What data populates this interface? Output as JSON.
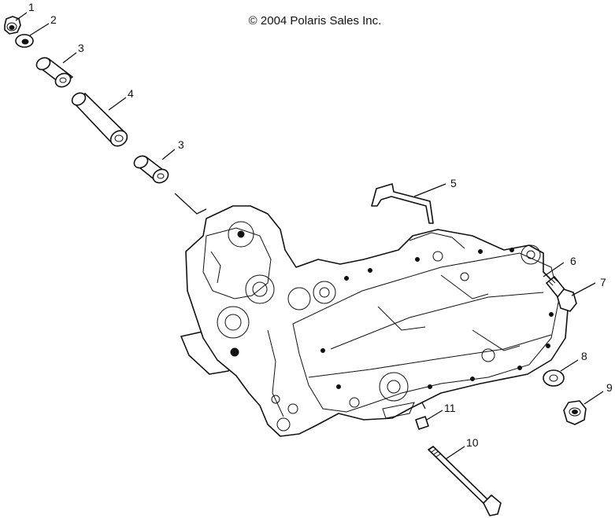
{
  "copyright": "© 2004 Polaris Sales Inc.",
  "callouts": [
    {
      "id": "c1",
      "label": "1"
    },
    {
      "id": "c2",
      "label": "2"
    },
    {
      "id": "c3a",
      "label": "3"
    },
    {
      "id": "c4",
      "label": "4"
    },
    {
      "id": "c3b",
      "label": "3"
    },
    {
      "id": "c5",
      "label": "5"
    },
    {
      "id": "c6",
      "label": "6"
    },
    {
      "id": "c7",
      "label": "7"
    },
    {
      "id": "c8",
      "label": "8"
    },
    {
      "id": "c9",
      "label": "9"
    },
    {
      "id": "c10",
      "label": "10"
    },
    {
      "id": "c11",
      "label": "11"
    }
  ]
}
